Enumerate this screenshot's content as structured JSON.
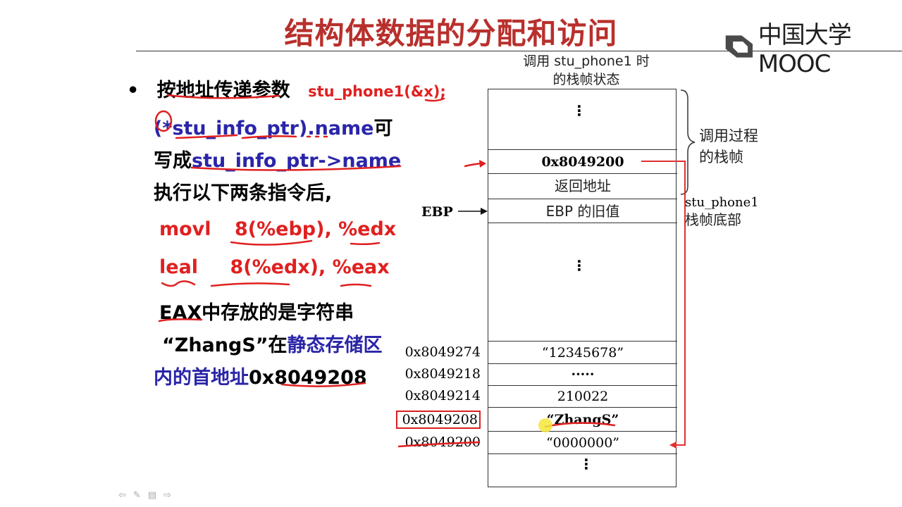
{
  "slide": {
    "title": "结构体数据的分配和访问",
    "logo_text": "中国大学MOOC",
    "left": {
      "bullet": "•",
      "l1_main": "按地址传递参数",
      "l1_code": "stu_phone1(&x);",
      "l2_code": "(*stu_info_ptr).name",
      "l2_tail": "可",
      "l3_head": "写成",
      "l3_code": "stu_info_ptr->name",
      "l4": "执行以下两条指令后,",
      "l5_op": "movl",
      "l5_args": "8(%ebp), %edx",
      "l6_op": "leal",
      "l6_args": "8(%edx), %eax",
      "l7": "EAX中存放的是字符串",
      "l8_a": "“ZhangS”在",
      "l8_b": "静态存储区",
      "l9_a": "内的首地址",
      "l9_b": "0x8049208"
    },
    "stack": {
      "caption_1": "调用 stu_phone1 时",
      "caption_2": "的栈帧状态",
      "cell_ptr": "0x8049200",
      "cell_ret": "返回地址",
      "cell_ebp": "EBP 的旧值",
      "ebp_label": "EBP",
      "brace_label_1": "调用过程",
      "brace_label_2": "的栈帧",
      "bottom_label_1": "stu_phone1",
      "bottom_label_2": "栈帧底部",
      "rows": [
        {
          "addr": "0x8049274",
          "value": "“12345678”"
        },
        {
          "addr": "0x8049218",
          "value": "·····"
        },
        {
          "addr": "0x8049214",
          "value": "210022"
        },
        {
          "addr": "0x8049208",
          "value": "“ZhangS”"
        },
        {
          "addr": "0x8049200",
          "value": "“0000000”"
        }
      ]
    },
    "footer_nav": {
      "prev": "⇦",
      "pen": "✎",
      "menu": "▤",
      "next": "⇨"
    }
  }
}
